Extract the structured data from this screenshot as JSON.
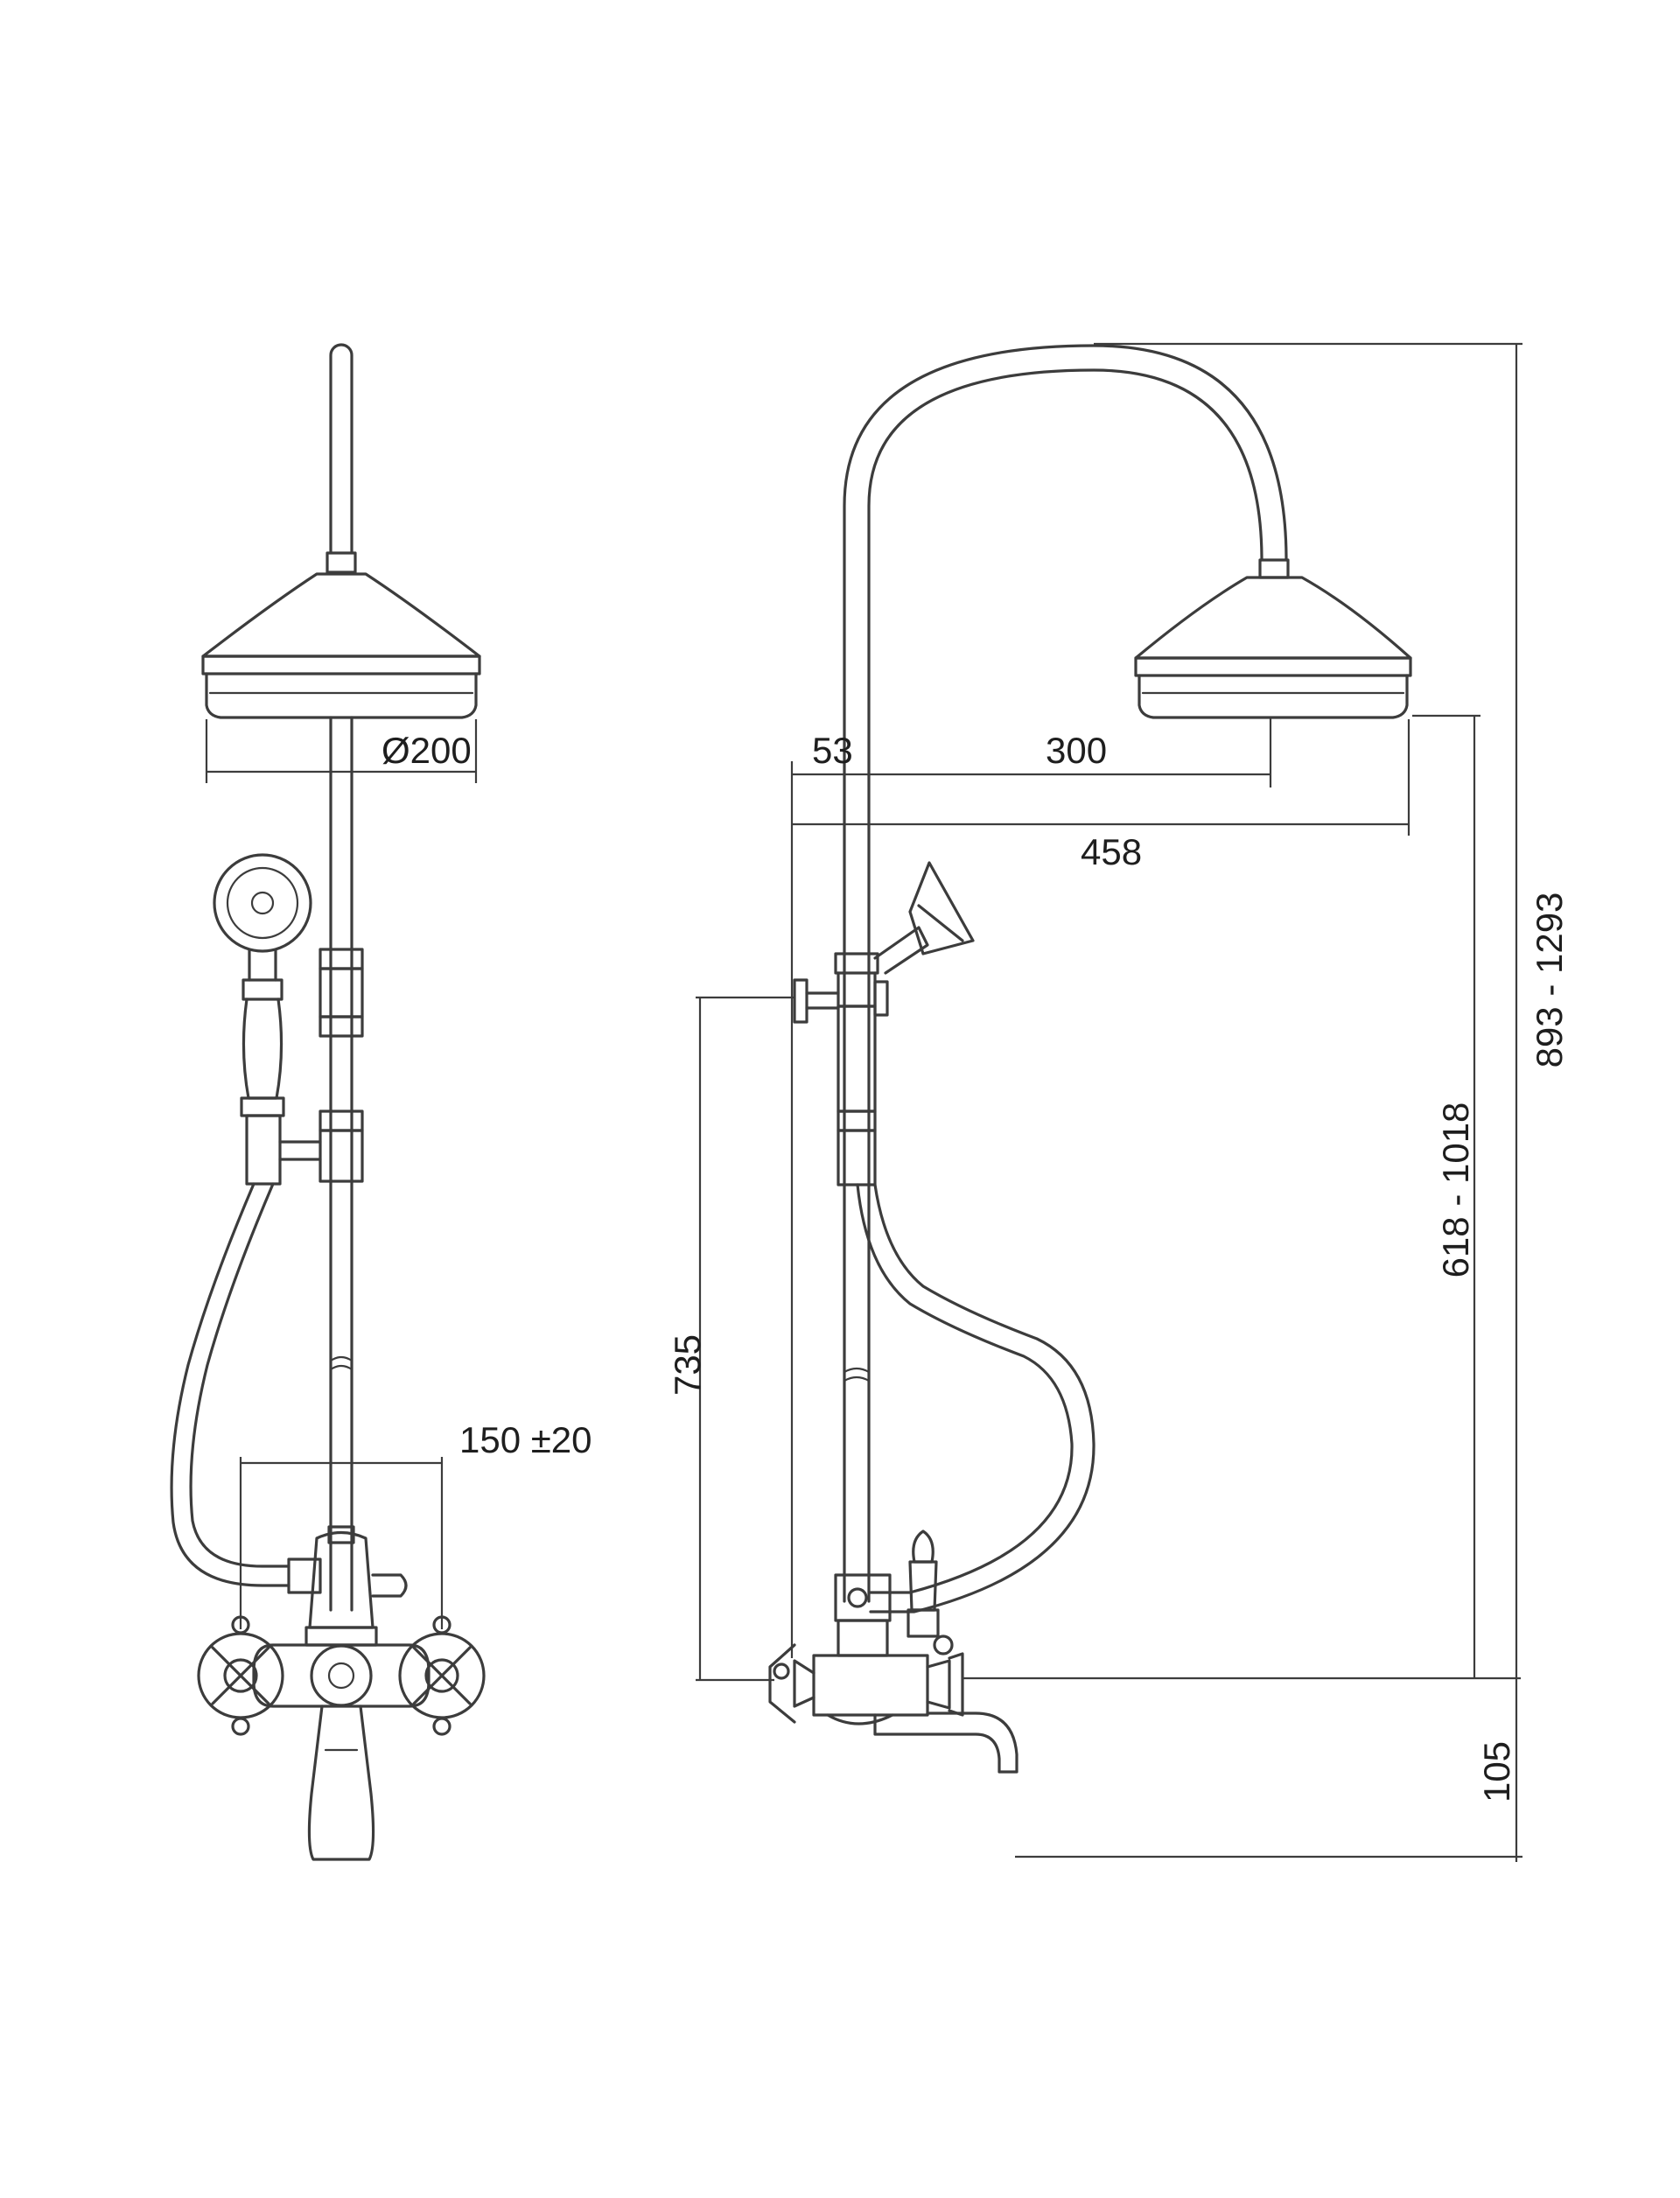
{
  "drawing": {
    "front_view": {
      "diameter_label": "Ø200",
      "spacing_label": "150 ±20"
    },
    "side_view": {
      "offset_label": "53",
      "arm_label": "300",
      "projection_label": "458",
      "inlet_height_label": "735",
      "head_height_label": "618 - 1018",
      "total_height_label": "893 - 1293",
      "spout_drop_label": "105"
    }
  }
}
